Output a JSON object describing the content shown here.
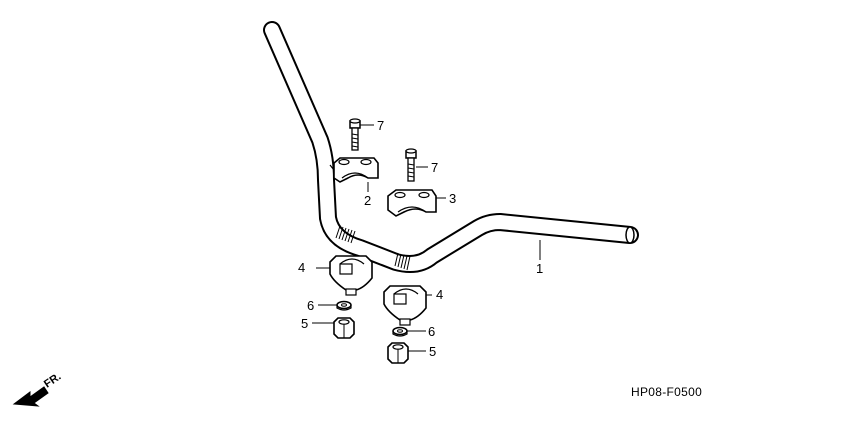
{
  "diagram": {
    "code": "HP08-F0500",
    "direction_label": "FR.",
    "icons": {
      "direction": "front-direction-arrow-icon"
    },
    "callouts": [
      {
        "id": "handlebar",
        "number": "1"
      },
      {
        "id": "upper-holder-left",
        "number": "2"
      },
      {
        "id": "upper-holder-right",
        "number": "3"
      },
      {
        "id": "lower-holder-left",
        "number": "4"
      },
      {
        "id": "lower-holder-right",
        "number": "4"
      },
      {
        "id": "nut-left",
        "number": "5"
      },
      {
        "id": "nut-right",
        "number": "5"
      },
      {
        "id": "washer-left",
        "number": "6"
      },
      {
        "id": "washer-right",
        "number": "6"
      },
      {
        "id": "bolt-left",
        "number": "7"
      },
      {
        "id": "bolt-right",
        "number": "7"
      }
    ]
  }
}
